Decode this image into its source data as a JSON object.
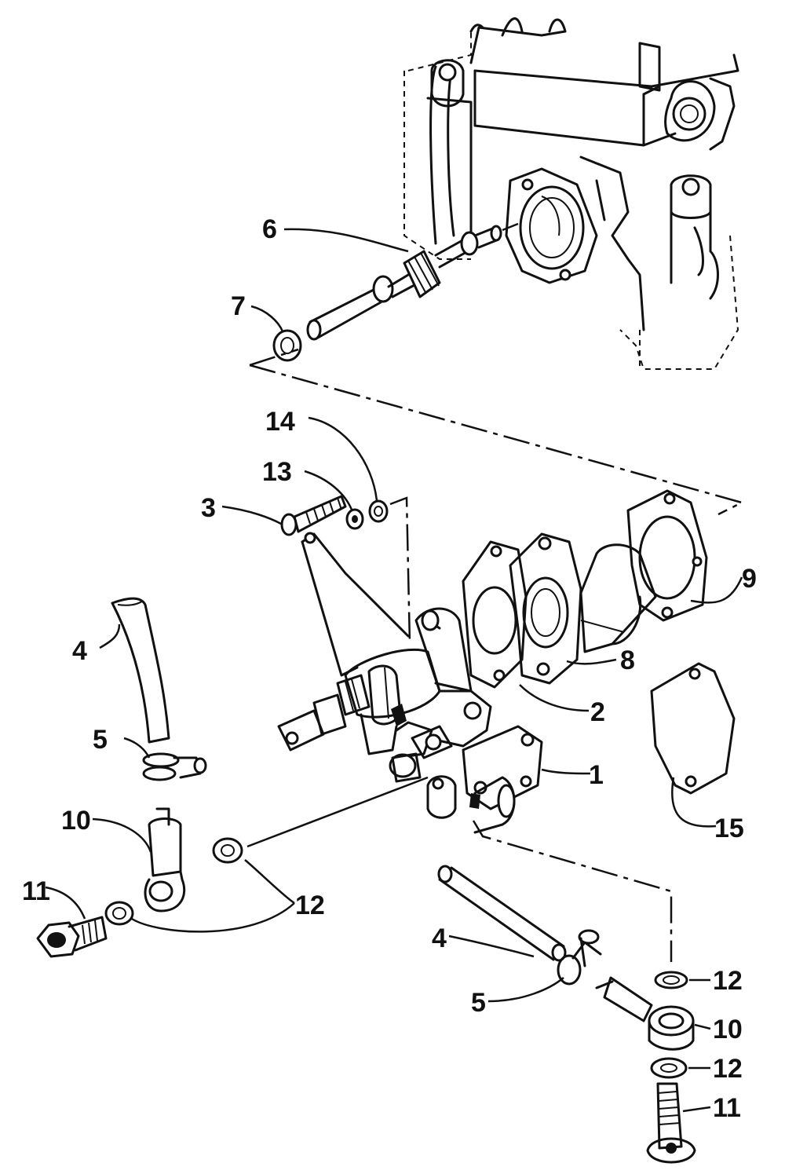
{
  "callouts": [
    {
      "id": "c6",
      "text": "6"
    },
    {
      "id": "c7",
      "text": "7"
    },
    {
      "id": "c14",
      "text": "14"
    },
    {
      "id": "c13",
      "text": "13"
    },
    {
      "id": "c3",
      "text": "3"
    },
    {
      "id": "c9",
      "text": "9"
    },
    {
      "id": "c4a",
      "text": "4"
    },
    {
      "id": "c8",
      "text": "8"
    },
    {
      "id": "c2",
      "text": "2"
    },
    {
      "id": "c5a",
      "text": "5"
    },
    {
      "id": "c1",
      "text": "1"
    },
    {
      "id": "c10a",
      "text": "10"
    },
    {
      "id": "c15",
      "text": "15"
    },
    {
      "id": "c11a",
      "text": "11"
    },
    {
      "id": "c12a",
      "text": "12"
    },
    {
      "id": "c4b",
      "text": "4"
    },
    {
      "id": "c12b",
      "text": "12"
    },
    {
      "id": "c5b",
      "text": "5"
    },
    {
      "id": "c10b",
      "text": "10"
    },
    {
      "id": "c12c",
      "text": "12"
    },
    {
      "id": "c11b",
      "text": "11"
    }
  ]
}
